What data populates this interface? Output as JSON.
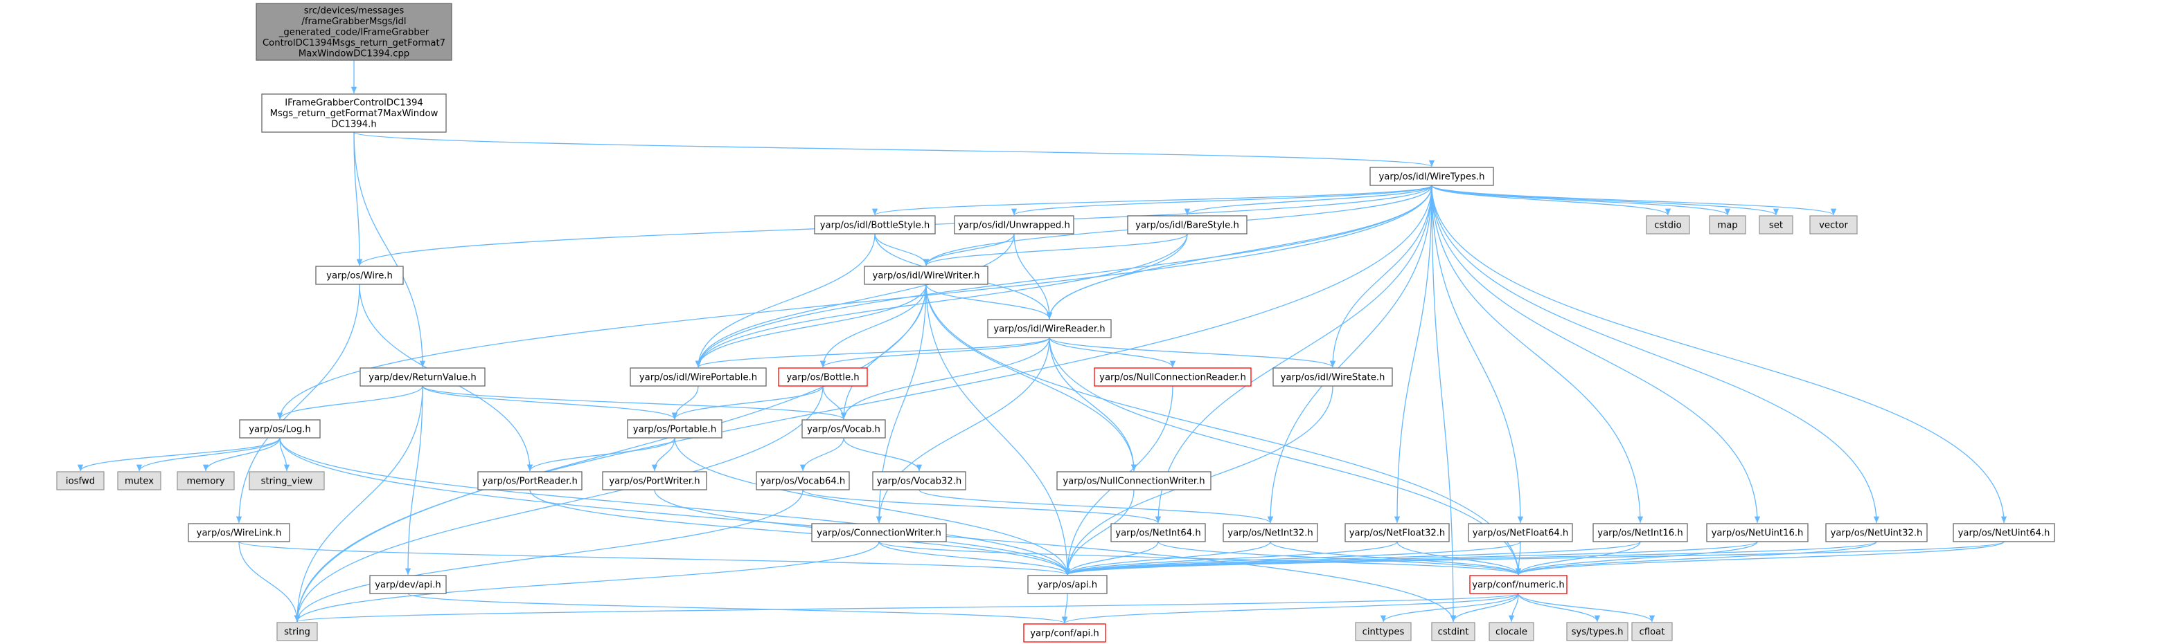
{
  "colors": {
    "edge": "#63b8ff",
    "root_fill": "#999999",
    "root_stroke": "#666666",
    "normal_fill": "#ffffff",
    "normal_stroke": "#666666",
    "red_stroke": "#ff0000",
    "external_fill": "#e0e0e0",
    "external_stroke": "#999999"
  },
  "nodes": [
    {
      "id": "root",
      "kind": "root",
      "lines": [
        "src/devices/messages",
        "/frameGrabberMsgs/idl",
        "_generated_code/IFrameGrabber",
        "ControlDC1394Msgs_return_getFormat7",
        "MaxWindowDC1394.cpp"
      ]
    },
    {
      "id": "ifg",
      "kind": "normal",
      "lines": [
        "IFrameGrabberControlDC1394",
        "Msgs_return_getFormat7MaxWindow",
        "DC1394.h"
      ]
    },
    {
      "id": "wiretypes",
      "kind": "normal",
      "lines": [
        "yarp/os/idl/WireTypes.h"
      ]
    },
    {
      "id": "bottlestyle",
      "kind": "normal",
      "lines": [
        "yarp/os/idl/BottleStyle.h"
      ]
    },
    {
      "id": "unwrapped",
      "kind": "normal",
      "lines": [
        "yarp/os/idl/Unwrapped.h"
      ]
    },
    {
      "id": "barestyle",
      "kind": "normal",
      "lines": [
        "yarp/os/idl/BareStyle.h"
      ]
    },
    {
      "id": "cstdio",
      "kind": "external",
      "lines": [
        "cstdio"
      ]
    },
    {
      "id": "map",
      "kind": "external",
      "lines": [
        "map"
      ]
    },
    {
      "id": "set",
      "kind": "external",
      "lines": [
        "set"
      ]
    },
    {
      "id": "vector",
      "kind": "external",
      "lines": [
        "vector"
      ]
    },
    {
      "id": "wire",
      "kind": "normal",
      "lines": [
        "yarp/os/Wire.h"
      ]
    },
    {
      "id": "wirewriter",
      "kind": "normal",
      "lines": [
        "yarp/os/idl/WireWriter.h"
      ]
    },
    {
      "id": "wirereader",
      "kind": "normal",
      "lines": [
        "yarp/os/idl/WireReader.h"
      ]
    },
    {
      "id": "returnvalue",
      "kind": "normal",
      "lines": [
        "yarp/dev/ReturnValue.h"
      ]
    },
    {
      "id": "wireportable",
      "kind": "normal",
      "lines": [
        "yarp/os/idl/WirePortable.h"
      ]
    },
    {
      "id": "bottle",
      "kind": "red",
      "lines": [
        "yarp/os/Bottle.h"
      ]
    },
    {
      "id": "nullconnreader",
      "kind": "red",
      "lines": [
        "yarp/os/NullConnectionReader.h"
      ]
    },
    {
      "id": "wirestate",
      "kind": "normal",
      "lines": [
        "yarp/os/idl/WireState.h"
      ]
    },
    {
      "id": "log",
      "kind": "normal",
      "lines": [
        "yarp/os/Log.h"
      ]
    },
    {
      "id": "portable",
      "kind": "normal",
      "lines": [
        "yarp/os/Portable.h"
      ]
    },
    {
      "id": "vocab",
      "kind": "normal",
      "lines": [
        "yarp/os/Vocab.h"
      ]
    },
    {
      "id": "iosfwd",
      "kind": "external",
      "lines": [
        "iosfwd"
      ]
    },
    {
      "id": "mutex",
      "kind": "external",
      "lines": [
        "mutex"
      ]
    },
    {
      "id": "memory",
      "kind": "external",
      "lines": [
        "memory"
      ]
    },
    {
      "id": "string_view",
      "kind": "external",
      "lines": [
        "string_view"
      ]
    },
    {
      "id": "portreader",
      "kind": "normal",
      "lines": [
        "yarp/os/PortReader.h"
      ]
    },
    {
      "id": "portwriter",
      "kind": "normal",
      "lines": [
        "yarp/os/PortWriter.h"
      ]
    },
    {
      "id": "vocab64",
      "kind": "normal",
      "lines": [
        "yarp/os/Vocab64.h"
      ]
    },
    {
      "id": "vocab32",
      "kind": "normal",
      "lines": [
        "yarp/os/Vocab32.h"
      ]
    },
    {
      "id": "nullconnwriter",
      "kind": "normal",
      "lines": [
        "yarp/os/NullConnectionWriter.h"
      ]
    },
    {
      "id": "wirelink",
      "kind": "normal",
      "lines": [
        "yarp/os/WireLink.h"
      ]
    },
    {
      "id": "connwriter",
      "kind": "normal",
      "lines": [
        "yarp/os/ConnectionWriter.h"
      ]
    },
    {
      "id": "netint64",
      "kind": "normal",
      "lines": [
        "yarp/os/NetInt64.h"
      ]
    },
    {
      "id": "netint32",
      "kind": "normal",
      "lines": [
        "yarp/os/NetInt32.h"
      ]
    },
    {
      "id": "netfloat32",
      "kind": "normal",
      "lines": [
        "yarp/os/NetFloat32.h"
      ]
    },
    {
      "id": "netfloat64",
      "kind": "normal",
      "lines": [
        "yarp/os/NetFloat64.h"
      ]
    },
    {
      "id": "netint16",
      "kind": "normal",
      "lines": [
        "yarp/os/NetInt16.h"
      ]
    },
    {
      "id": "netuint16",
      "kind": "normal",
      "lines": [
        "yarp/os/NetUint16.h"
      ]
    },
    {
      "id": "netuint32",
      "kind": "normal",
      "lines": [
        "yarp/os/NetUint32.h"
      ]
    },
    {
      "id": "netuint64",
      "kind": "normal",
      "lines": [
        "yarp/os/NetUint64.h"
      ]
    },
    {
      "id": "devapi",
      "kind": "normal",
      "lines": [
        "yarp/dev/api.h"
      ]
    },
    {
      "id": "osapi",
      "kind": "normal",
      "lines": [
        "yarp/os/api.h"
      ]
    },
    {
      "id": "numeric",
      "kind": "red",
      "lines": [
        "yarp/conf/numeric.h"
      ]
    },
    {
      "id": "string",
      "kind": "external",
      "lines": [
        "string"
      ]
    },
    {
      "id": "confapi",
      "kind": "red",
      "lines": [
        "yarp/conf/api.h"
      ]
    },
    {
      "id": "cinttypes",
      "kind": "external",
      "lines": [
        "cinttypes"
      ]
    },
    {
      "id": "cstdint",
      "kind": "external",
      "lines": [
        "cstdint"
      ]
    },
    {
      "id": "clocale",
      "kind": "external",
      "lines": [
        "clocale"
      ]
    },
    {
      "id": "systypes",
      "kind": "external",
      "lines": [
        "sys/types.h"
      ]
    },
    {
      "id": "cfloat",
      "kind": "external",
      "lines": [
        "cfloat"
      ]
    }
  ],
  "edges": [
    [
      "root",
      "ifg"
    ],
    [
      "ifg",
      "wiretypes"
    ],
    [
      "ifg",
      "wire"
    ],
    [
      "ifg",
      "returnvalue"
    ],
    [
      "wiretypes",
      "bottlestyle"
    ],
    [
      "wiretypes",
      "unwrapped"
    ],
    [
      "wiretypes",
      "barestyle"
    ],
    [
      "wiretypes",
      "cstdio"
    ],
    [
      "wiretypes",
      "map"
    ],
    [
      "wiretypes",
      "set"
    ],
    [
      "wiretypes",
      "vector"
    ],
    [
      "wiretypes",
      "wire"
    ],
    [
      "wiretypes",
      "wirewriter"
    ],
    [
      "wiretypes",
      "wirereader"
    ],
    [
      "wiretypes",
      "wireportable"
    ],
    [
      "wiretypes",
      "wirestate"
    ],
    [
      "wiretypes",
      "log"
    ],
    [
      "wiretypes",
      "string"
    ],
    [
      "wiretypes",
      "cstdint"
    ],
    [
      "wiretypes",
      "netint64"
    ],
    [
      "wiretypes",
      "netint32"
    ],
    [
      "wiretypes",
      "netfloat32"
    ],
    [
      "wiretypes",
      "netfloat64"
    ],
    [
      "wiretypes",
      "netint16"
    ],
    [
      "wiretypes",
      "netuint16"
    ],
    [
      "wiretypes",
      "netuint32"
    ],
    [
      "wiretypes",
      "netuint64"
    ],
    [
      "bottlestyle",
      "wirewriter"
    ],
    [
      "bottlestyle",
      "wirereader"
    ],
    [
      "bottlestyle",
      "wireportable"
    ],
    [
      "unwrapped",
      "wirewriter"
    ],
    [
      "unwrapped",
      "wirereader"
    ],
    [
      "unwrapped",
      "wireportable"
    ],
    [
      "barestyle",
      "wirewriter"
    ],
    [
      "barestyle",
      "wirereader"
    ],
    [
      "barestyle",
      "wireportable"
    ],
    [
      "wire",
      "portreader"
    ],
    [
      "wire",
      "wirelink"
    ],
    [
      "wirewriter",
      "wirereader"
    ],
    [
      "wirewriter",
      "wireportable"
    ],
    [
      "wirewriter",
      "bottle"
    ],
    [
      "wirewriter",
      "vocab"
    ],
    [
      "wirewriter",
      "connwriter"
    ],
    [
      "wirewriter",
      "osapi"
    ],
    [
      "wirewriter",
      "numeric"
    ],
    [
      "wirewriter",
      "string"
    ],
    [
      "wirewriter",
      "nullconnwriter"
    ],
    [
      "wirereader",
      "wireportable"
    ],
    [
      "wirereader",
      "bottle"
    ],
    [
      "wirereader",
      "nullconnreader"
    ],
    [
      "wirereader",
      "wirestate"
    ],
    [
      "wirereader",
      "vocab"
    ],
    [
      "wirereader",
      "nullconnwriter"
    ],
    [
      "wirereader",
      "connwriter"
    ],
    [
      "wirereader",
      "numeric"
    ],
    [
      "returnvalue",
      "log"
    ],
    [
      "returnvalue",
      "portable"
    ],
    [
      "returnvalue",
      "vocab"
    ],
    [
      "returnvalue",
      "devapi"
    ],
    [
      "returnvalue",
      "string"
    ],
    [
      "wireportable",
      "portable"
    ],
    [
      "bottle",
      "portable"
    ],
    [
      "bottle",
      "vocab"
    ],
    [
      "bottle",
      "string"
    ],
    [
      "nullconnreader",
      "osapi"
    ],
    [
      "wirestate",
      "osapi"
    ],
    [
      "log",
      "iosfwd"
    ],
    [
      "log",
      "mutex"
    ],
    [
      "log",
      "memory"
    ],
    [
      "log",
      "string_view"
    ],
    [
      "log",
      "osapi"
    ],
    [
      "log",
      "cstdint"
    ],
    [
      "portable",
      "portreader"
    ],
    [
      "portable",
      "portwriter"
    ],
    [
      "portable",
      "osapi"
    ],
    [
      "vocab",
      "vocab64"
    ],
    [
      "vocab",
      "vocab32"
    ],
    [
      "portreader",
      "osapi"
    ],
    [
      "portwriter",
      "osapi"
    ],
    [
      "vocab64",
      "netint64"
    ],
    [
      "vocab64",
      "string"
    ],
    [
      "vocab32",
      "netint32"
    ],
    [
      "nullconnwriter",
      "osapi"
    ],
    [
      "wirelink",
      "osapi"
    ],
    [
      "wirelink",
      "string"
    ],
    [
      "connwriter",
      "osapi"
    ],
    [
      "connwriter",
      "numeric"
    ],
    [
      "connwriter",
      "string"
    ],
    [
      "netint64",
      "osapi"
    ],
    [
      "netint64",
      "numeric"
    ],
    [
      "netint32",
      "osapi"
    ],
    [
      "netint32",
      "numeric"
    ],
    [
      "netfloat32",
      "osapi"
    ],
    [
      "netfloat32",
      "numeric"
    ],
    [
      "netfloat64",
      "osapi"
    ],
    [
      "netfloat64",
      "numeric"
    ],
    [
      "netint16",
      "osapi"
    ],
    [
      "netint16",
      "numeric"
    ],
    [
      "netuint16",
      "osapi"
    ],
    [
      "netuint16",
      "numeric"
    ],
    [
      "netuint32",
      "osapi"
    ],
    [
      "netuint32",
      "numeric"
    ],
    [
      "netuint64",
      "osapi"
    ],
    [
      "netuint64",
      "numeric"
    ],
    [
      "devapi",
      "confapi"
    ],
    [
      "osapi",
      "confapi"
    ],
    [
      "numeric",
      "confapi"
    ],
    [
      "numeric",
      "string"
    ],
    [
      "numeric",
      "cinttypes"
    ],
    [
      "numeric",
      "cstdint"
    ],
    [
      "numeric",
      "clocale"
    ],
    [
      "numeric",
      "systypes"
    ],
    [
      "numeric",
      "cfloat"
    ]
  ]
}
